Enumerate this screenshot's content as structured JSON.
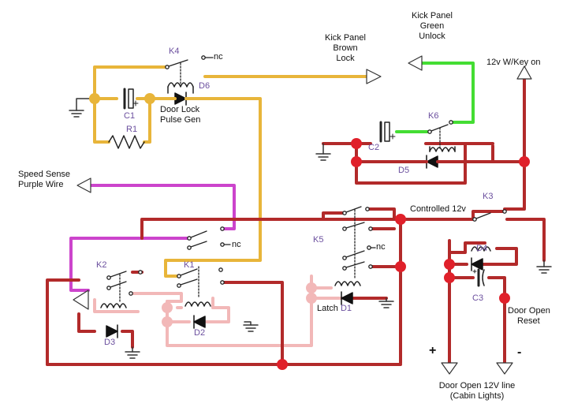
{
  "labels": {
    "kick_brown": [
      "Kick Panel",
      "Brown",
      "Lock"
    ],
    "kick_green": [
      "Kick Panel",
      "Green",
      "Unlock"
    ],
    "key_on": "12v W/Key on",
    "speed_sense": [
      "Speed Sense",
      "Purple Wire"
    ],
    "door_lock_gen": [
      "Door Lock",
      "Pulse Gen"
    ],
    "controlled_12v": "Controlled 12v",
    "latch": "Latch",
    "door_open_reset": [
      "Door Open",
      "Reset"
    ],
    "door_open_line": [
      "Door Open 12V line",
      "(Cabin Lights)"
    ],
    "plus": "+",
    "minus": "-"
  },
  "components": {
    "k1": "K1",
    "k2": "K2",
    "k3": "K3",
    "k4": "K4",
    "k5": "K5",
    "k6": "K6",
    "c1": "C1",
    "c2": "C2",
    "c3": "C3",
    "r1": "R1",
    "d1": "D1",
    "d2": "D2",
    "d3": "D3",
    "d4": "D4",
    "d5": "D5",
    "d6": "D6",
    "nc": "nc"
  },
  "colors": {
    "red_wire": "#b22a2a",
    "pink_wire": "#f2b8b8",
    "orange_wire": "#e8b53a",
    "magenta_wire": "#cc44cc",
    "green_wire": "#44dd33",
    "junction_red": "#e0202a",
    "component_label": "#6b4f9e"
  }
}
